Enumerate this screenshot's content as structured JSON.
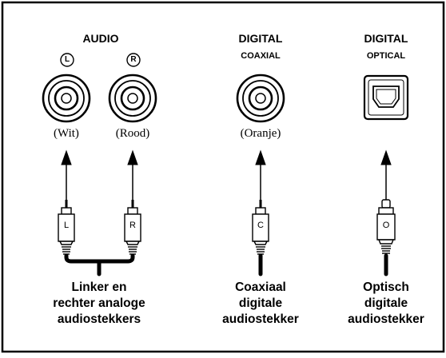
{
  "audio": {
    "heading": "AUDIO",
    "left_channel": "L",
    "right_channel": "R",
    "left_color": "(Wit)",
    "right_color": "(Rood)",
    "plug_left_letter": "L",
    "plug_right_letter": "R",
    "caption": [
      "Linker en",
      "rechter analoge",
      "audiostekkers"
    ]
  },
  "coaxial": {
    "heading": "DIGITAL",
    "subheading": "COAXIAL",
    "color": "(Oranje)",
    "plug_letter": "C",
    "caption": [
      "Coaxiaal",
      "digitale",
      "audiostekker"
    ]
  },
  "optical": {
    "heading": "DIGITAL",
    "subheading": "OPTICAL",
    "plug_letter": "O",
    "caption": [
      "Optisch",
      "digitale",
      "audiostekker"
    ]
  },
  "colors": {
    "line": "#000000",
    "background": "#ffffff"
  }
}
